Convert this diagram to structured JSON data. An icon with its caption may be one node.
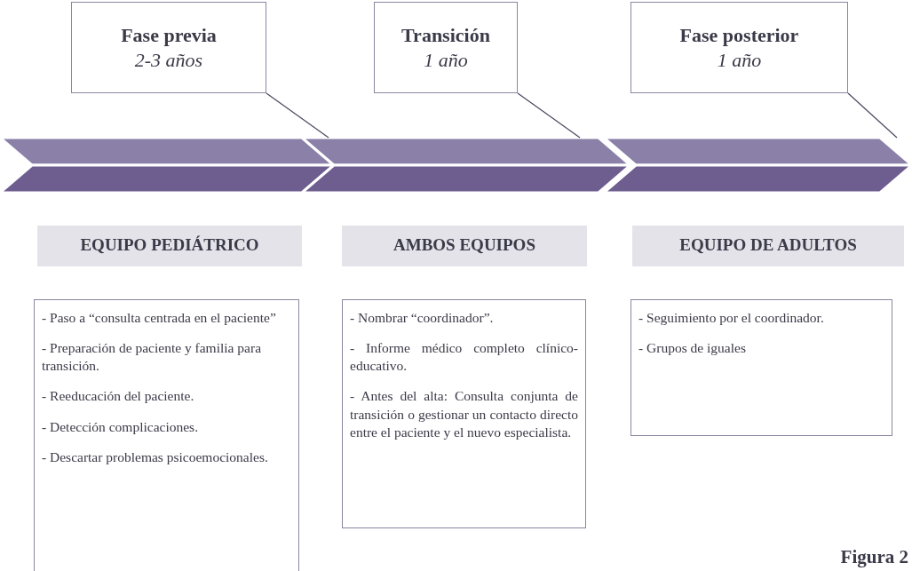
{
  "diagram": {
    "nodes": [
      {
        "text": [
          "Fase previa",
          "2-3 años"
        ]
      },
      {
        "text": [
          "Transición",
          "1 año"
        ]
      },
      {
        "text": [
          "Fase posterior",
          "1 año"
        ]
      },
      {
        "text": [],
        "shape": "chevron"
      },
      {
        "text": [],
        "shape": "chevron"
      },
      {
        "text": [],
        "shape": "chevron"
      },
      {
        "text": [
          "EQUIPO PEDIÁTRICO"
        ]
      },
      {
        "text": [
          "AMBOS EQUIPOS"
        ]
      },
      {
        "text": [
          "EQUIPO DE ADULTOS"
        ]
      },
      {
        "text": [
          "- Paso a “consulta centrada en el paciente”",
          "- Preparación de paciente y familia para transición.",
          "- Reeducación del paciente.",
          "- Detección complicaciones.",
          "- Descartar problemas psicoemocionales."
        ]
      },
      {
        "text": [
          "- Nombrar “coordinador”.",
          "- Informe médico completo clínico-educativo.",
          "- Antes del alta: Consulta conjunta de transición o gestionar un contacto directo entre el paciente y el nuevo especialista."
        ]
      },
      {
        "text": [
          "- Seguimiento por el coordinador.",
          "- Grupos de iguales"
        ]
      }
    ],
    "edges": [
      {
        "from": 0,
        "to": 3,
        "arrow": "none"
      },
      {
        "from": 1,
        "to": 4,
        "arrow": "none"
      },
      {
        "from": 2,
        "to": 5,
        "arrow": "none"
      }
    ],
    "labels": [
      "Figura 2"
    ]
  }
}
